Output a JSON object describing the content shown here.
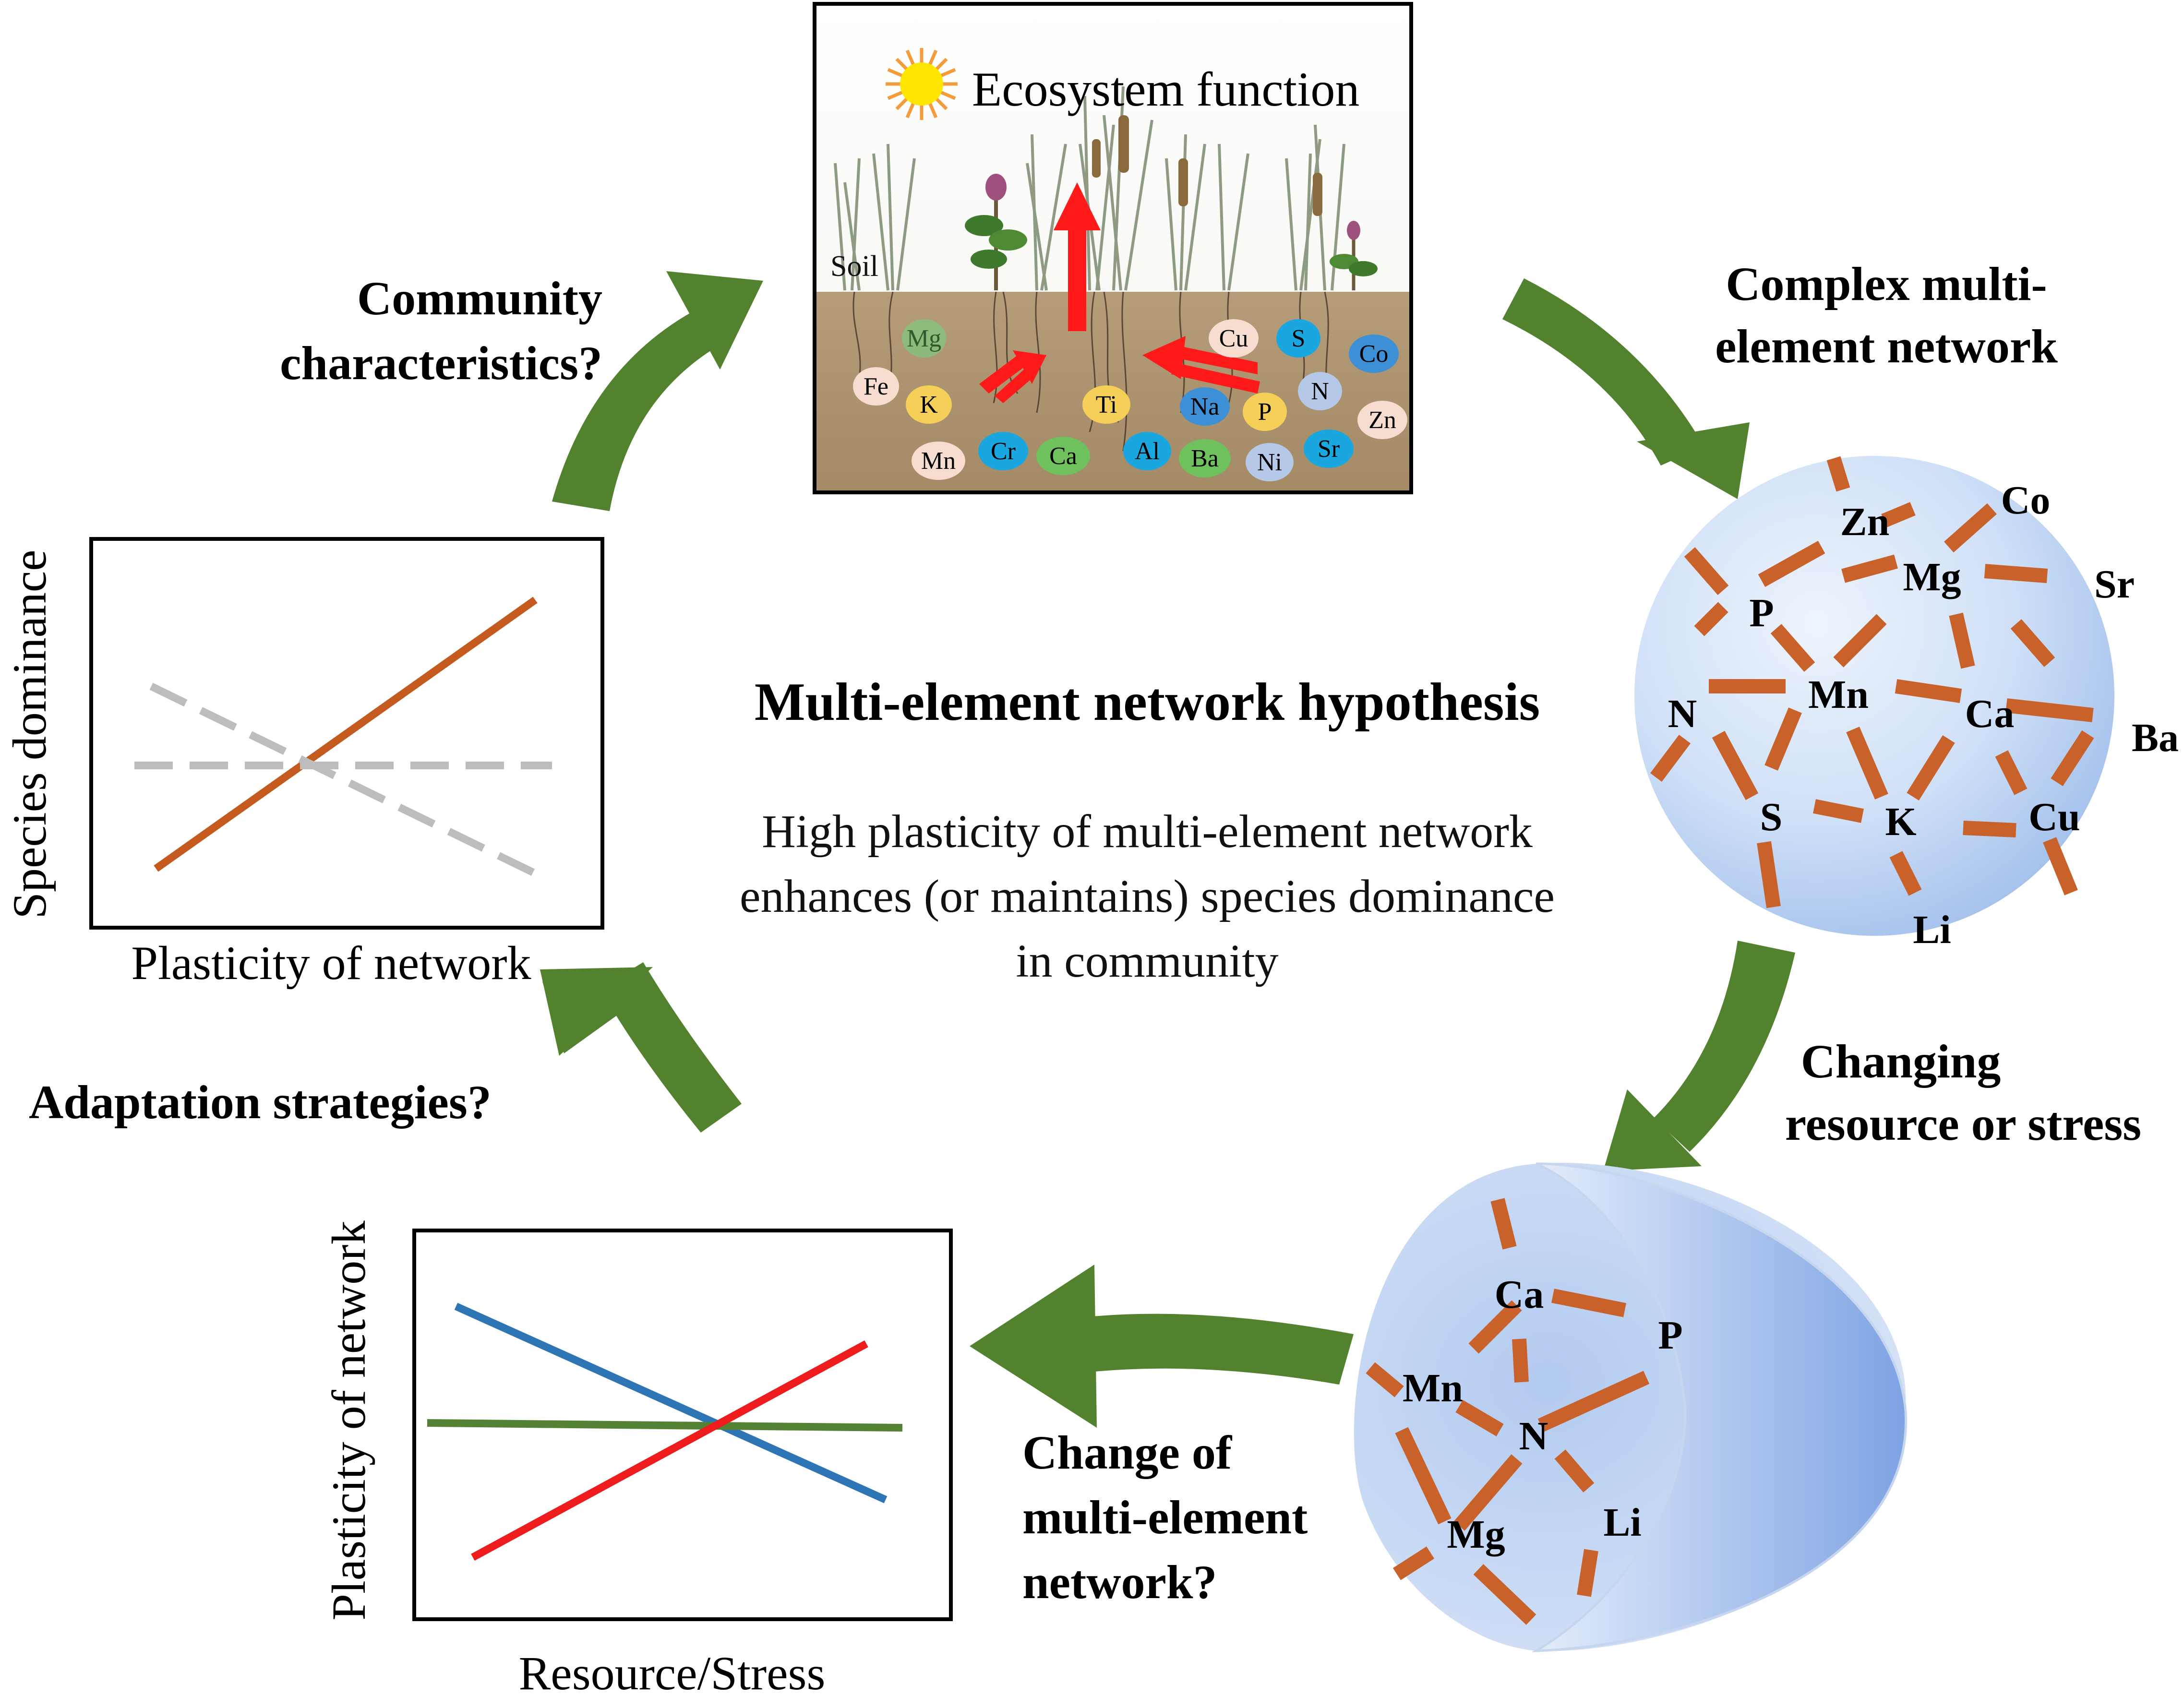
{
  "center": {
    "title": "Multi-element network hypothesis",
    "lines": [
      "High plasticity of multi-element network",
      "enhances (or maintains) species dominance",
      "in community"
    ]
  },
  "steps": {
    "community": [
      "Community",
      "characteristics?"
    ],
    "complex": [
      "Complex multi-",
      "element network"
    ],
    "changing": [
      "Changing",
      "resource or stress"
    ],
    "change": [
      "Change of",
      "multi-element",
      "network?"
    ],
    "adaptation": "Adaptation strategies?"
  },
  "ecosystem": {
    "label": "Ecosystem function",
    "soil": "Soil",
    "elements": [
      {
        "name": "Mg",
        "color": "#7fc97f"
      },
      {
        "name": "Fe",
        "color": "#f6ddd0"
      },
      {
        "name": "K",
        "color": "#f5cf57"
      },
      {
        "name": "Mn",
        "color": "#f6ddd0"
      },
      {
        "name": "Cr",
        "color": "#1aa7e0"
      },
      {
        "name": "Ca",
        "color": "#6ec15c"
      },
      {
        "name": "Cu",
        "color": "#f6ddd0"
      },
      {
        "name": "S",
        "color": "#1aa7e0"
      },
      {
        "name": "Co",
        "color": "#3d8fd6"
      },
      {
        "name": "N",
        "color": "#b6c8e8"
      },
      {
        "name": "Ti",
        "color": "#f5cf57"
      },
      {
        "name": "Na",
        "color": "#3d8fd6"
      },
      {
        "name": "P",
        "color": "#f5cf57"
      },
      {
        "name": "Zn",
        "color": "#f6ddd0"
      },
      {
        "name": "Al",
        "color": "#1aa7e0"
      },
      {
        "name": "Ba",
        "color": "#6ec15c"
      },
      {
        "name": "Ni",
        "color": "#b6c8e8"
      },
      {
        "name": "Sr",
        "color": "#1aa7e0"
      }
    ]
  },
  "sphere": {
    "labels": [
      "Zn",
      "Co",
      "Mg",
      "Sr",
      "P",
      "N",
      "Mn",
      "Ca",
      "Ba",
      "S",
      "K",
      "Cu",
      "Li"
    ]
  },
  "half_sphere": {
    "labels": [
      "Ca",
      "P",
      "Mn",
      "N",
      "Mg",
      "Li"
    ]
  },
  "dominance_plot": {
    "ylabel": "Species dominance",
    "xlabel": "Plasticity of network"
  },
  "plasticity_plot": {
    "ylabel": "Plasticity of network",
    "xlabel": "Resource/Stress"
  },
  "colors": {
    "arrow_green": "#52822e",
    "edge_orange": "#c8622a",
    "sphere_blue": "#a9c6ee",
    "line_orange": "#c55a1e",
    "line_gray": "#bdbdbd",
    "line_blue": "#2e75b6",
    "line_green": "#548235",
    "line_red": "#ee1c1c",
    "sun_yellow": "#ffe600"
  },
  "icons": [
    "sun-icon",
    "red-up-arrow-icon"
  ]
}
